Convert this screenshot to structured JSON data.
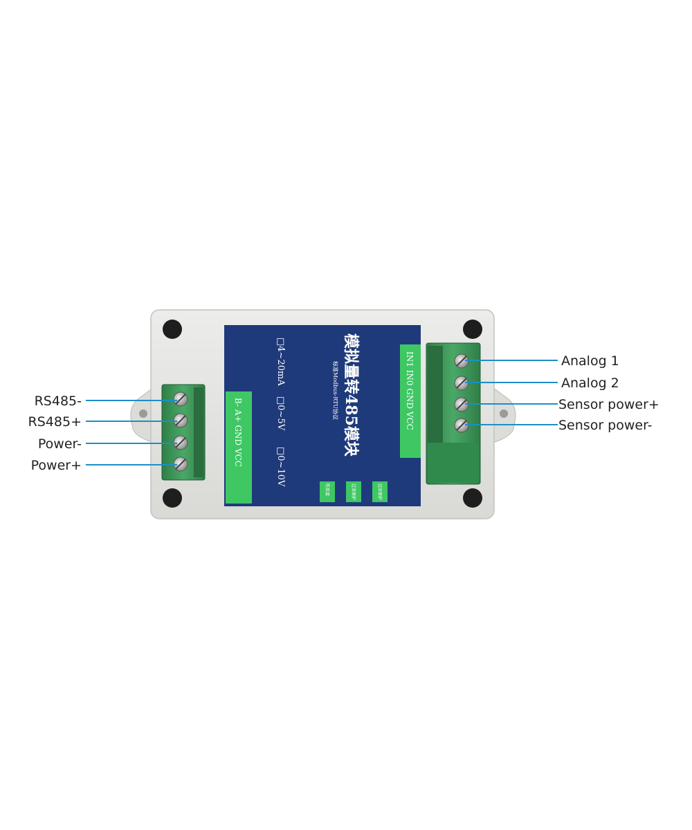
{
  "module": {
    "title_cn": "模拟量转485模块",
    "subtitle_cn": "标准Modbus-RTU协议",
    "ranges": [
      "□4~20mA",
      "□0~5V",
      "□0~10V"
    ],
    "left_strip": "B-  A+  GND  VCC",
    "right_strip": "IN1  IN0  GND  VCC",
    "badges": [
      "过压保护",
      "过流保护",
      "防反接"
    ]
  },
  "left_terminals": [
    {
      "label": "RS485-"
    },
    {
      "label": "RS485+"
    },
    {
      "label": "Power-"
    },
    {
      "label": "Power+"
    }
  ],
  "right_terminals": [
    {
      "label": "Analog 1"
    },
    {
      "label": "Analog 2"
    },
    {
      "label": "Sensor power+"
    },
    {
      "label": "Sensor power-"
    }
  ],
  "colors": {
    "case": "#e6e7e3",
    "board": "#1f3a7a",
    "terminal": "#3f9a5c",
    "leader": "#1c8fc7",
    "strip": "#3fc764"
  }
}
